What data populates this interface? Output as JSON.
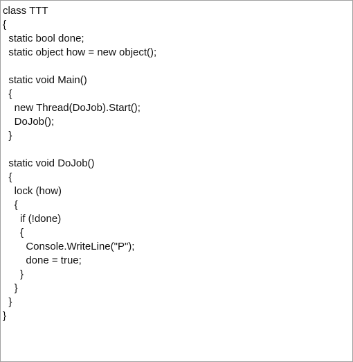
{
  "code": {
    "lines": [
      "class TTT",
      "{",
      "  static bool done;",
      "  static object how = new object();",
      "",
      "  static void Main()",
      "  {",
      "    new Thread(DoJob).Start();",
      "    DoJob();",
      "  }",
      "",
      "  static void DoJob()",
      "  {",
      "    lock (how)",
      "    {",
      "      if (!done)",
      "      {",
      "        Console.WriteLine(\"P\");",
      "        done = true;",
      "      }",
      "    }",
      "  }",
      "}"
    ]
  }
}
